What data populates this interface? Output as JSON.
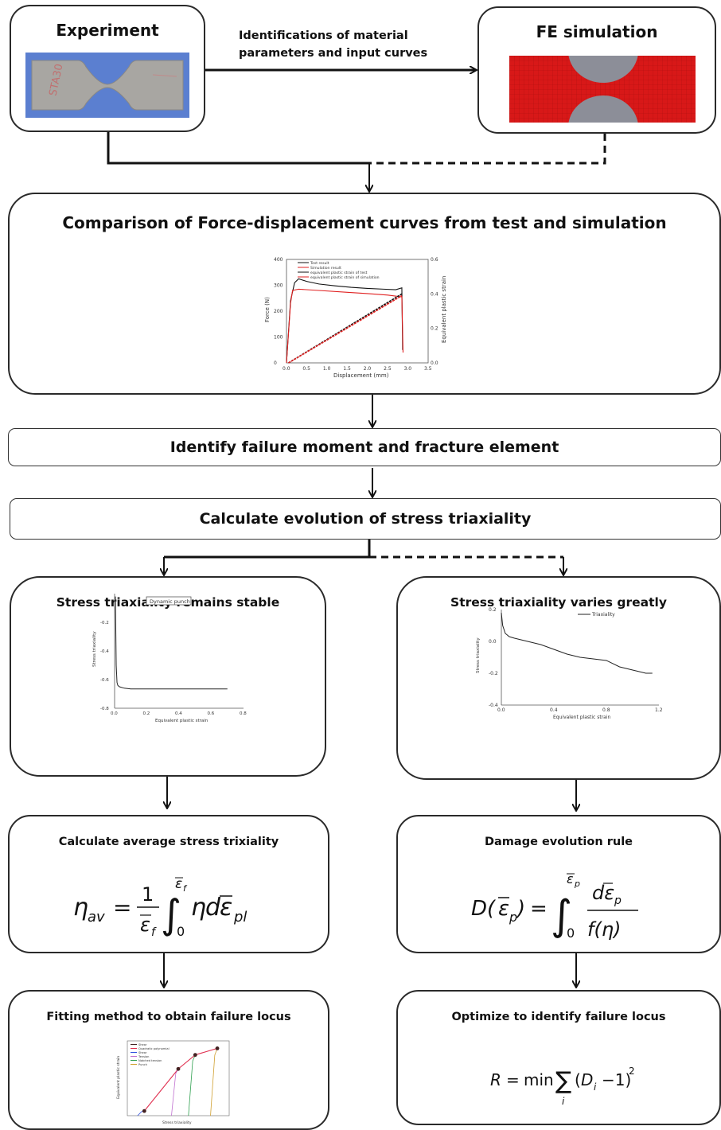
{
  "experiment": {
    "title": "Experiment",
    "specimen_label": "STA30"
  },
  "fe_simulation": {
    "title": "FE simulation"
  },
  "identification_label_line1": "Identifications of material",
  "identification_label_line2": "parameters and input curves",
  "comparison": {
    "title": "Comparison of Force-displacement curves from test and simulation",
    "chart_data": {
      "type": "line",
      "xlabel": "Displacement (mm)",
      "ylabel": "Force (N)",
      "y2label": "Equivalent plastic strain",
      "xlim": [
        0.0,
        3.5
      ],
      "ylim": [
        0,
        400
      ],
      "y2lim": [
        0.0,
        0.6
      ],
      "x_ticks": [
        "0.0",
        "0.5",
        "1.0",
        "1.5",
        "2.0",
        "2.5",
        "3.0",
        "3.5"
      ],
      "y_ticks": [
        "0",
        "100",
        "200",
        "300",
        "400"
      ],
      "y2_ticks": [
        "0.0",
        "0.2",
        "0.4",
        "0.6"
      ],
      "legend": [
        "Test result",
        "Simulation result",
        "equivalent plastic strain of test",
        "equivalent plastic strain of simulation"
      ],
      "series": [
        {
          "name": "Test result",
          "color": "#111111",
          "x": [
            0,
            0.1,
            0.2,
            0.3,
            0.5,
            0.8,
            1.2,
            1.6,
            2.0,
            2.4,
            2.7,
            2.85,
            2.87
          ],
          "y": [
            0,
            240,
            310,
            325,
            315,
            305,
            298,
            292,
            288,
            285,
            283,
            290,
            50
          ]
        },
        {
          "name": "Simulation result",
          "color": "#e02020",
          "x": [
            0,
            0.1,
            0.15,
            0.3,
            0.8,
            1.5,
            2.0,
            2.5,
            2.85,
            2.88
          ],
          "y": [
            0,
            230,
            280,
            285,
            280,
            273,
            268,
            262,
            255,
            40
          ]
        },
        {
          "name": "equivalent plastic strain of test",
          "color": "#111111",
          "x": [
            0.05,
            2.85
          ],
          "y": [
            0.0,
            0.4
          ]
        },
        {
          "name": "equivalent plastic strain of simulation",
          "color": "#e02020",
          "x": [
            0.05,
            2.85
          ],
          "y": [
            0.0,
            0.39
          ]
        }
      ]
    }
  },
  "identify_step": "Identify failure moment and fracture element",
  "calculate_step": "Calculate evolution of stress triaxiality",
  "stable": {
    "title": "Stress triaxiality remains stable",
    "chart_data": {
      "type": "line",
      "legend": [
        "Dynamic punch"
      ],
      "xlabel": "Equivalent plastic strain",
      "ylabel": "Stress triaxiality",
      "xlim": [
        0.0,
        0.8
      ],
      "ylim": [
        -0.8,
        0.0
      ],
      "x_ticks": [
        "0.0",
        "0.2",
        "0.4",
        "0.6",
        "0.8"
      ],
      "y_ticks": [
        "-0.2",
        "-0.4",
        "-0.6",
        "-0.8"
      ],
      "series": [
        {
          "name": "Dynamic punch",
          "x": [
            0.005,
            0.01,
            0.015,
            0.02,
            0.03,
            0.06,
            0.1,
            0.3,
            0.5,
            0.7
          ],
          "y": [
            -0.02,
            -0.5,
            -0.62,
            -0.64,
            -0.65,
            -0.66,
            -0.665,
            -0.665,
            -0.665,
            -0.665
          ]
        }
      ]
    }
  },
  "varies": {
    "title": "Stress triaxiality varies greatly",
    "chart_data": {
      "type": "line",
      "legend": [
        "Triaxiality"
      ],
      "xlabel": "Equivalent plastic strain",
      "ylabel": "Stress triaxiality",
      "xlim": [
        0.0,
        1.2
      ],
      "ylim": [
        -0.4,
        0.2
      ],
      "x_ticks": [
        "0.0",
        "0.4",
        "0.8",
        "1.2"
      ],
      "y_ticks": [
        "0.2",
        "0.0",
        "-0.2",
        "-0.4"
      ],
      "series": [
        {
          "name": "Triaxiality",
          "x": [
            0.0,
            0.01,
            0.03,
            0.06,
            0.1,
            0.2,
            0.3,
            0.4,
            0.5,
            0.6,
            0.7,
            0.8,
            0.9,
            1.0,
            1.1,
            1.15
          ],
          "y": [
            0.18,
            0.1,
            0.05,
            0.03,
            0.02,
            0.0,
            -0.02,
            -0.05,
            -0.08,
            -0.1,
            -0.11,
            -0.12,
            -0.16,
            -0.18,
            -0.2,
            -0.2
          ]
        }
      ]
    }
  },
  "average": {
    "title": "Calculate average stress trixiality"
  },
  "damage": {
    "title": "Damage evolution rule"
  },
  "fitting": {
    "title": "Fitting method to obtain failure locus",
    "chart_data": {
      "type": "line",
      "xlabel": "Stress triaxiality",
      "ylabel": "Equivalent plastic strain",
      "xlim": [
        -0.1,
        0.5
      ],
      "ylim": [
        0.0,
        0.8
      ],
      "legend": [
        "Shear",
        "Quadratic polynomial",
        "Shear",
        "Tension",
        "Notched tension",
        "Punch"
      ],
      "series": [
        {
          "name": "Quadratic polynomial",
          "color": "#e03050",
          "x": [
            0.0,
            0.2,
            0.3,
            0.43
          ],
          "y": [
            0.05,
            0.5,
            0.65,
            0.72
          ]
        },
        {
          "name": "Failure points",
          "color": "#442222",
          "x": [
            0.0,
            0.2,
            0.3,
            0.43
          ],
          "y": [
            0.05,
            0.5,
            0.65,
            0.72
          ]
        }
      ]
    }
  },
  "optimize": {
    "title": "Optimize to identify failure locus"
  }
}
